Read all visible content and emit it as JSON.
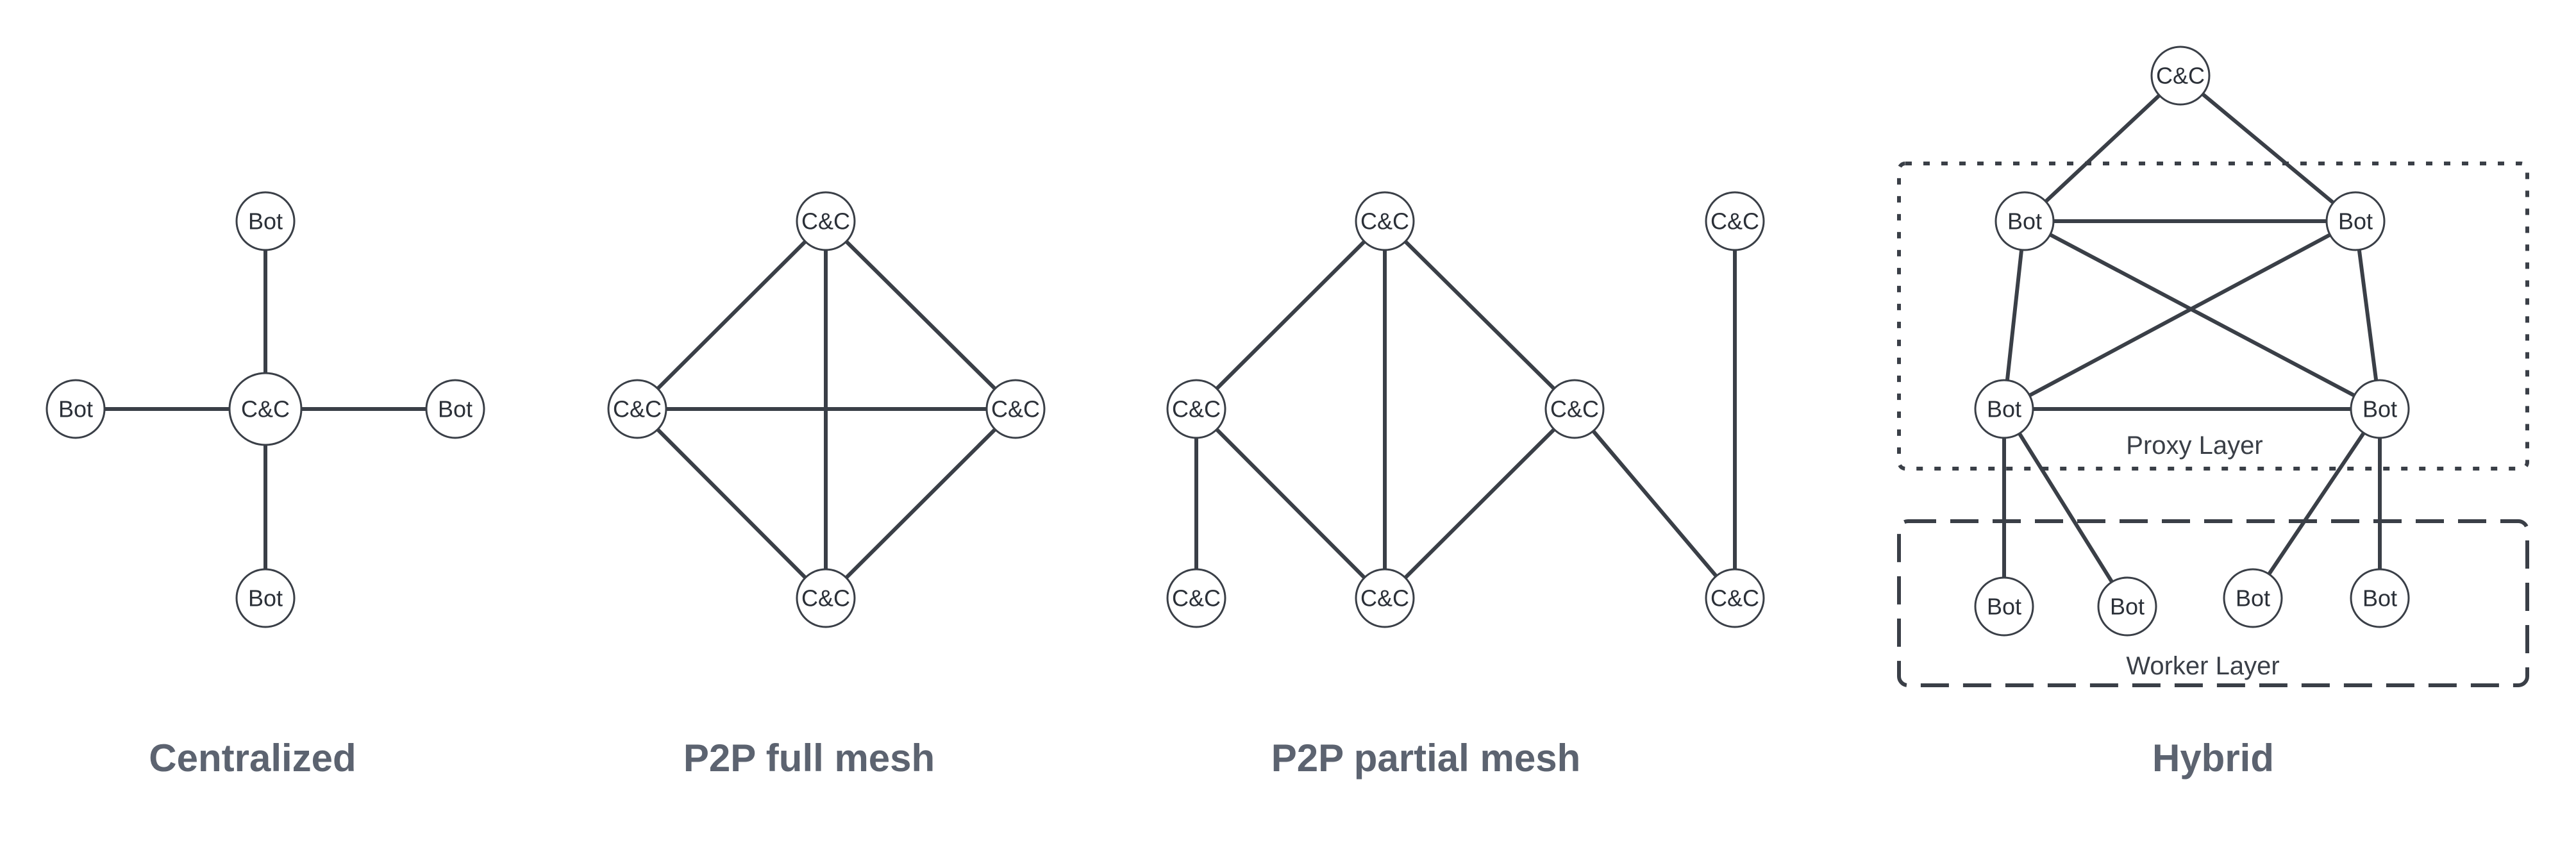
{
  "captions": {
    "centralized": "Centralized",
    "full_mesh": "P2P full mesh",
    "partial_mesh": "P2P partial mesh",
    "hybrid": "Hybrid"
  },
  "layers": {
    "proxy": "Proxy Layer",
    "worker": "Worker Layer"
  },
  "node_labels": {
    "bot": "Bot",
    "cc": "C&C"
  },
  "colors": {
    "stroke": "#3a3f47",
    "caption": "#5c6370"
  }
}
